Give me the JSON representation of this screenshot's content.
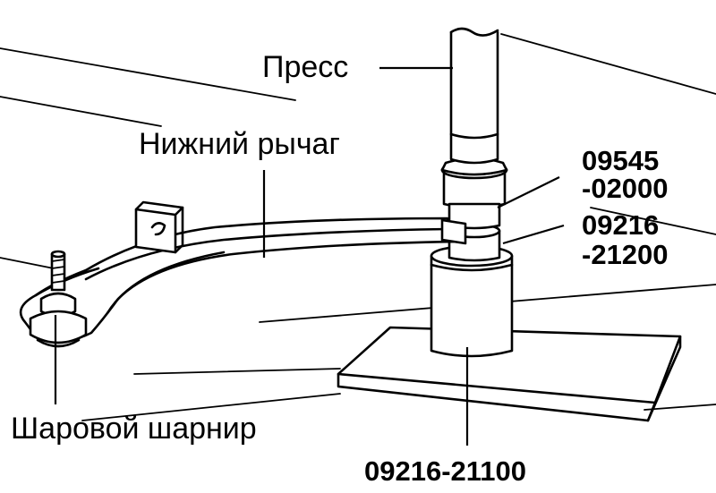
{
  "labels": {
    "press": "Пресс",
    "lower_arm": "Нижний рычаг",
    "ball_joint": "Шаровой шарнир",
    "tool_upper_line1": "09545",
    "tool_upper_line2": "-02000",
    "tool_middle_line1": "09216",
    "tool_middle_line2": "-21200",
    "tool_base": "09216-21100"
  }
}
